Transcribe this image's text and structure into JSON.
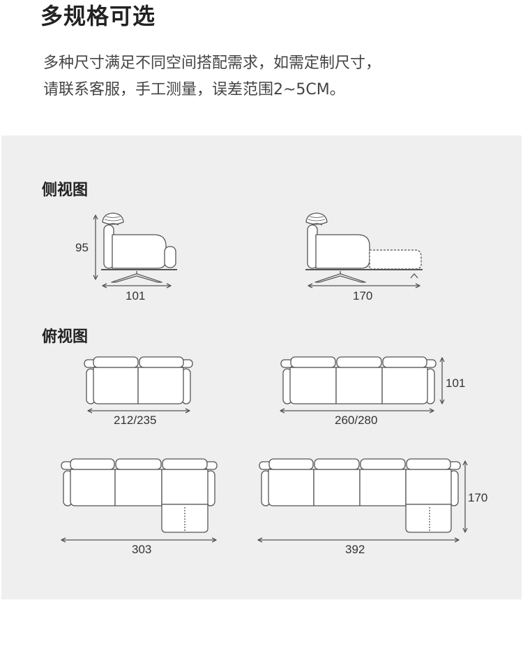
{
  "header": {
    "title": "多规格可选",
    "line1": "多种尺寸满足不同空间搭配需求，如需定制尺寸，",
    "line2": "请联系客服，手工测量，误差范围2~5CM。"
  },
  "side_view": {
    "label": "侧视图",
    "height": "95",
    "width_standard": "101",
    "width_extended": "170"
  },
  "top_view": {
    "label": "俯视图",
    "two_seat": "212/235",
    "three_seat": "260/280",
    "depth": "101",
    "chaise_three": "303",
    "chaise_four": "392",
    "chaise_depth": "170"
  },
  "colors": {
    "panel_bg": "#efefef",
    "line": "#555555",
    "sofa_fill": "#ffffff"
  }
}
